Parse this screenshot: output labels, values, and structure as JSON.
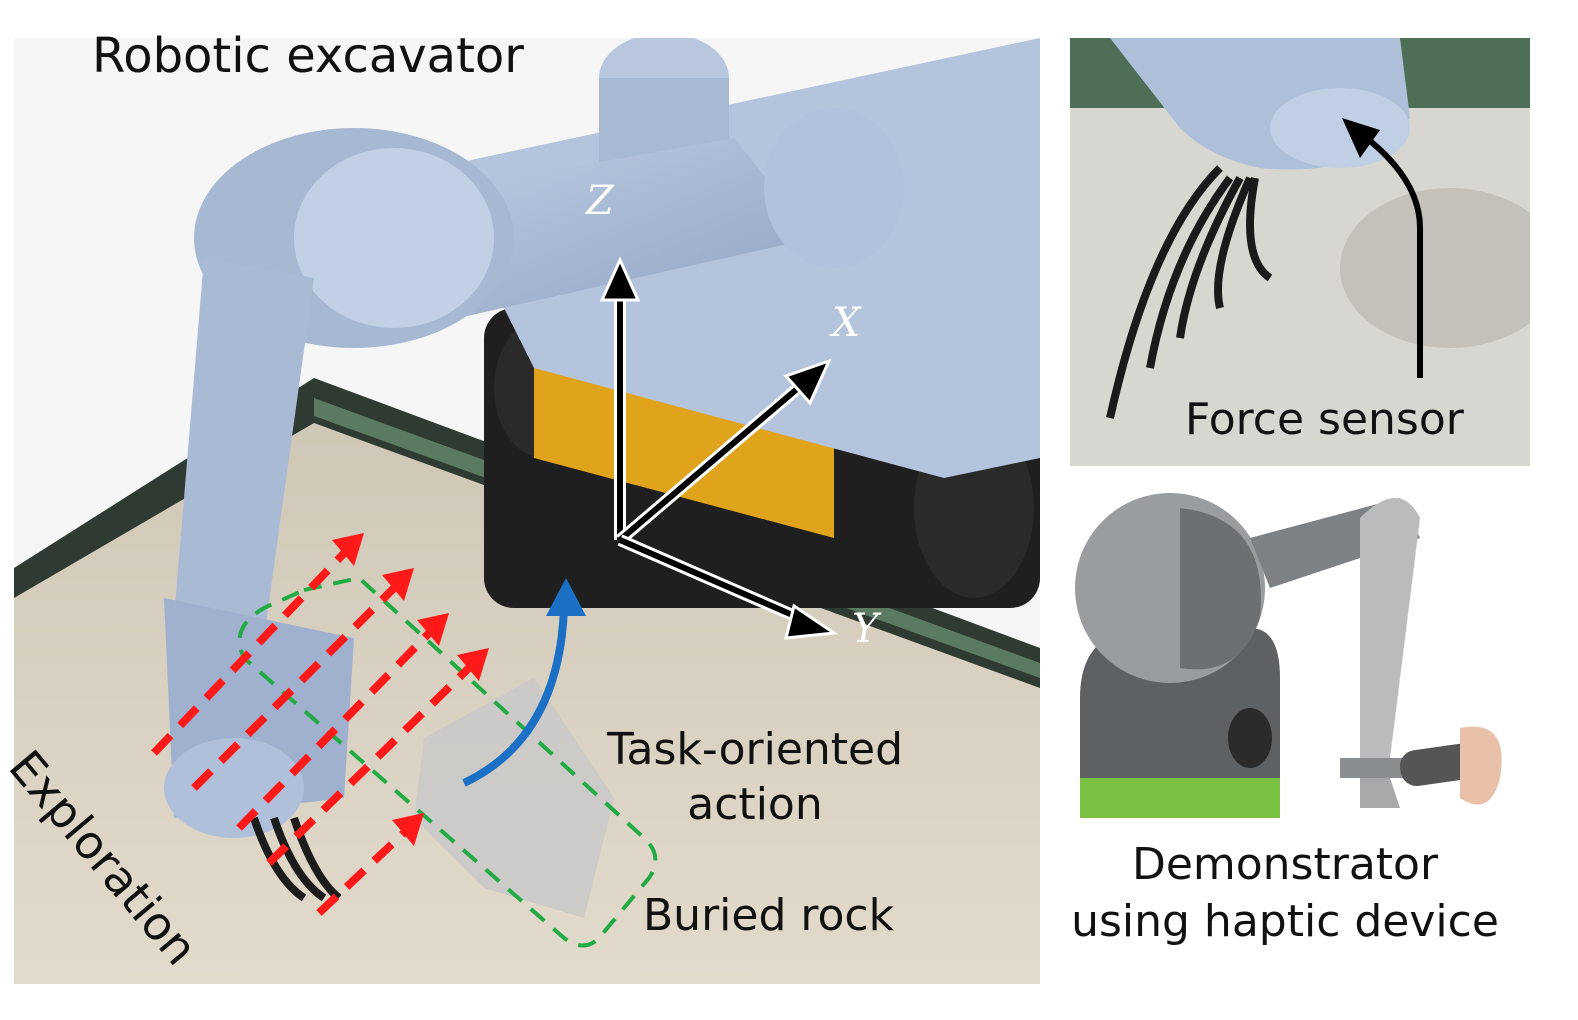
{
  "labels": {
    "title": "Robotic excavator",
    "task_line1": "Task-oriented",
    "task_line2": "action",
    "buried_rock": "Buried rock",
    "exploration": "Exploration",
    "force_sensor": "Force sensor",
    "demo_line1": "Demonstrator",
    "demo_line2": "using haptic device"
  },
  "axes": {
    "z": "Z",
    "x": "X",
    "y": "Y"
  },
  "colors": {
    "robot": "#aebfd9",
    "robot_shadow": "#8fa3c2",
    "sand": "#d9d2c3",
    "frame": "#4d6b55",
    "chassis": "#222222",
    "battery": "#e5a820",
    "exploration_arrows": "#ff1a1a",
    "rock_outline": "#22aa44",
    "task_arrow": "#1b6fc4",
    "haptic_body": "#8a8d90",
    "haptic_accent": "#7cc242"
  }
}
